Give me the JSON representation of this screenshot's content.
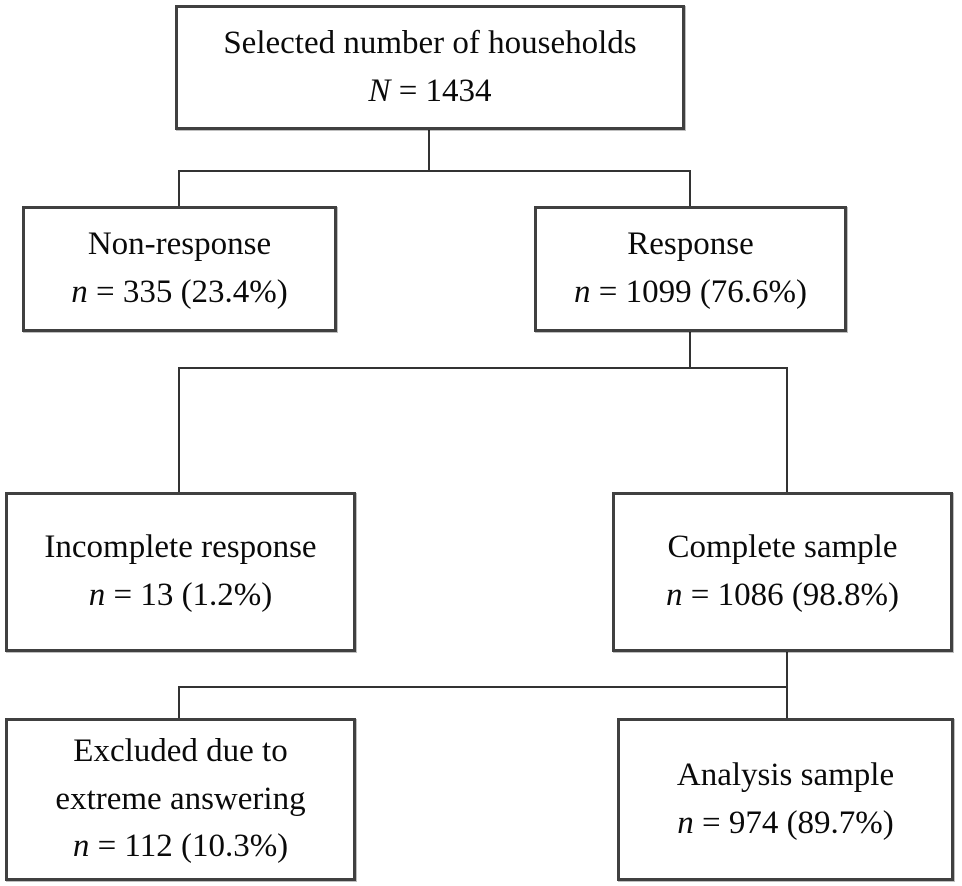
{
  "diagram": {
    "type": "flowchart",
    "background_color": "#ffffff",
    "box_border_color": "#404040",
    "line_color": "#333333",
    "text_color": "#0a0a0a",
    "nodes": {
      "selected": {
        "label": "Selected number of households",
        "symbol": "N",
        "stat": " = 1434"
      },
      "nonresponse": {
        "label": "Non-response",
        "symbol": "n",
        "stat": " = 335 (23.4%)"
      },
      "response": {
        "label": "Response",
        "symbol": "n",
        "stat": " = 1099 (76.6%)"
      },
      "incomplete": {
        "label": "Incomplete response",
        "symbol": "n",
        "stat": " = 13 (1.2%)"
      },
      "complete": {
        "label": "Complete sample",
        "symbol": "n",
        "stat": " = 1086 (98.8%)"
      },
      "excluded": {
        "label": "Excluded due to extreme answering",
        "symbol": "n",
        "stat": " = 112 (10.3%)"
      },
      "analysis": {
        "label": "Analysis sample",
        "symbol": "n",
        "stat": " = 974 (89.7%)"
      }
    },
    "edges": [
      {
        "from": "selected",
        "to": [
          "nonresponse",
          "response"
        ]
      },
      {
        "from": "response",
        "to": [
          "incomplete",
          "complete"
        ]
      },
      {
        "from": "complete",
        "to": [
          "excluded",
          "analysis"
        ]
      }
    ]
  }
}
